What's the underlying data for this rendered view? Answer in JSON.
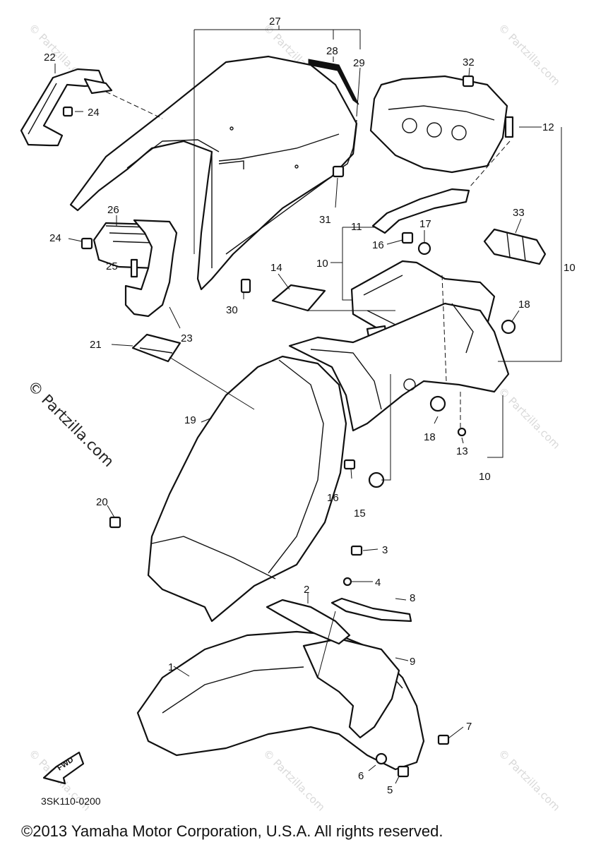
{
  "callouts": [
    "1",
    "2",
    "3",
    "4",
    "5",
    "6",
    "7",
    "8",
    "9",
    "10",
    "10",
    "10",
    "11",
    "12",
    "13",
    "14",
    "15",
    "16",
    "16",
    "17",
    "18",
    "18",
    "19",
    "20",
    "21",
    "22",
    "23",
    "24",
    "24",
    "25",
    "26",
    "27",
    "28",
    "29",
    "30",
    "31",
    "32",
    "33"
  ],
  "diagram_code": "3SK110-0200",
  "fwd_label": "FWD",
  "copyright": "©2013 Yamaha Motor Corporation, U.S.A. All rights reserved.",
  "watermark": "© Partzilla.com",
  "watermark_large": "© Partzilla.com"
}
